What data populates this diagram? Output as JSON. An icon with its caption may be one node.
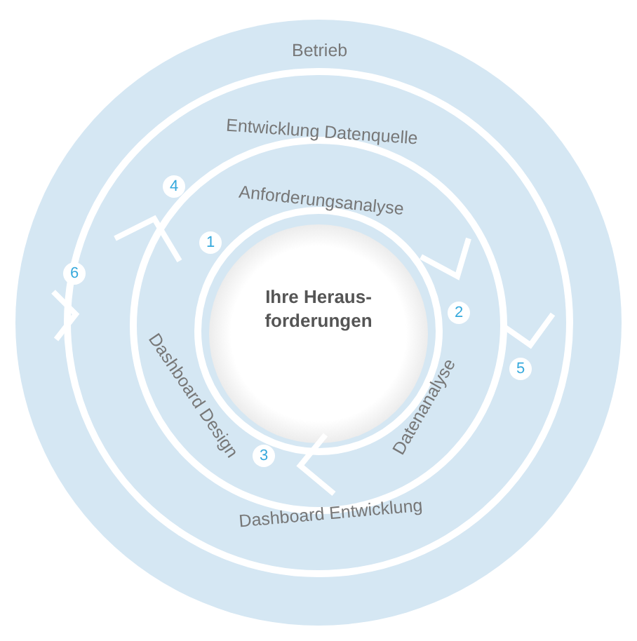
{
  "diagram": {
    "nodes": [
      {
        "text": [
          "Ihre Heraus-forderungen"
        ]
      },
      {
        "text": [
          "Anforderungsanalyse"
        ]
      },
      {
        "text": [
          "Datenanalyse"
        ]
      },
      {
        "text": [
          "Dashboard Design"
        ]
      },
      {
        "text": [
          "Entwicklung Datenquelle"
        ]
      },
      {
        "text": [
          "Dashboard Entwicklung"
        ]
      },
      {
        "text": [
          "Betrieb"
        ]
      }
    ],
    "labels": [
      "4",
      "1",
      "6",
      "2",
      "5",
      "3"
    ]
  }
}
